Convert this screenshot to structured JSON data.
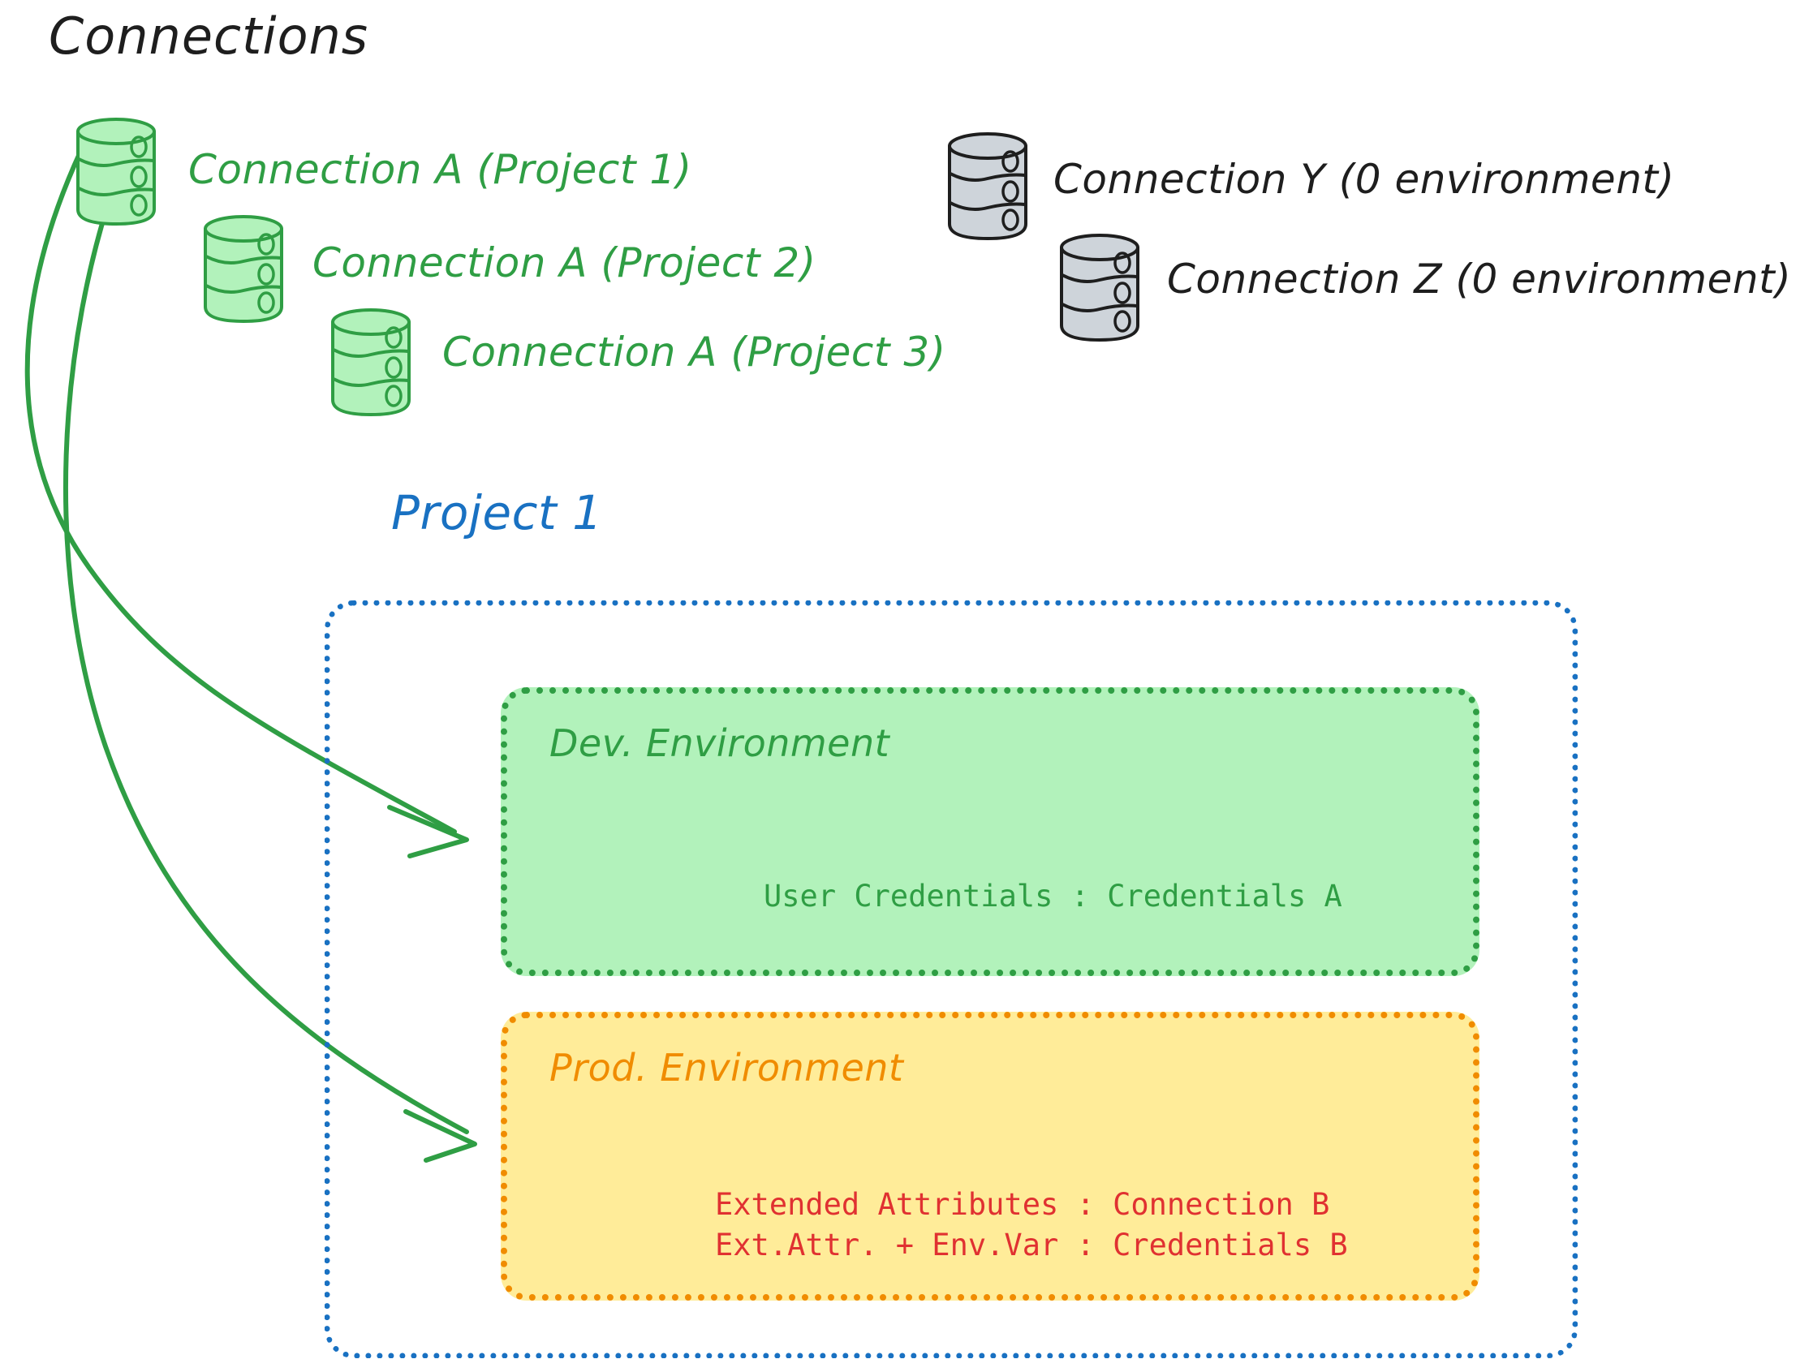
{
  "diagram": {
    "title": "Connections",
    "colors": {
      "green_stroke": "#2f9e44",
      "green_fill": "#b2f2bb",
      "grey_fill": "#ced4da",
      "grey_stroke": "#1e1e1e",
      "blue": "#1971c2",
      "orange_stroke": "#f08c00",
      "orange_fill": "#ffec99",
      "red": "#e03131",
      "black": "#1e1e1e"
    }
  },
  "connections": {
    "green": [
      {
        "label": "Connection A (Project 1)",
        "icon": "database-cylinder-icon"
      },
      {
        "label": "Connection A (Project 2)",
        "icon": "database-cylinder-icon"
      },
      {
        "label": "Connection A (Project 3)",
        "icon": "database-cylinder-icon"
      }
    ],
    "grey": [
      {
        "label": "Connection Y (0 environment)",
        "icon": "database-cylinder-icon"
      },
      {
        "label": "Connection Z (0 environment)",
        "icon": "database-cylinder-icon"
      }
    ]
  },
  "project": {
    "title": "Project 1",
    "environments": [
      {
        "name": "Dev. Environment",
        "accent": "#2f9e44",
        "lines": [
          "User Credentials : Credentials A"
        ]
      },
      {
        "name": "Prod. Environment",
        "accent": "#f08c00",
        "lines": [
          "Extended Attributes : Connection B",
          "Ext.Attr. + Env.Var : Credentials B"
        ]
      }
    ]
  },
  "arrows": [
    {
      "name": "arrow-connection-a-to-dev-environment",
      "from": "Connection A (Project 1)",
      "to": "Dev. Environment"
    },
    {
      "name": "arrow-connection-a-to-prod-environment",
      "from": "Connection A (Project 1)",
      "to": "Prod. Environment"
    }
  ]
}
